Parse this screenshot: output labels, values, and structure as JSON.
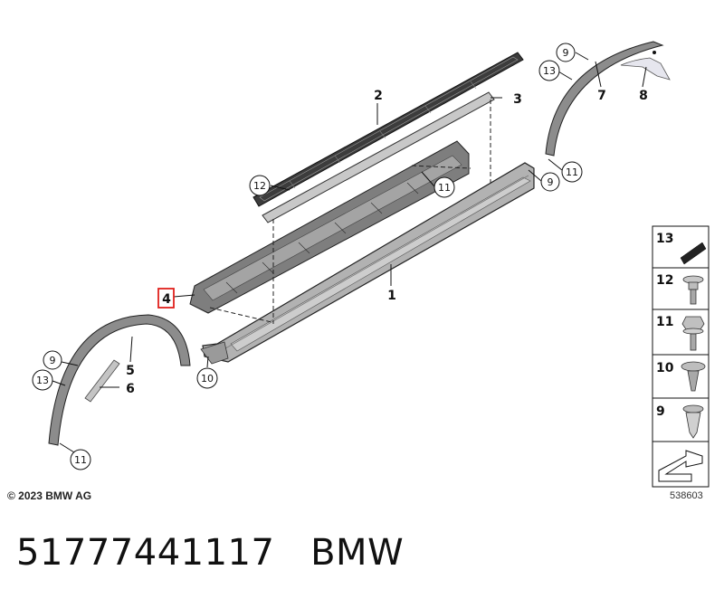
{
  "diagram": {
    "callouts": {
      "c1": "1",
      "c2": "2",
      "c3": "3",
      "c4": "4",
      "c5": "5",
      "c6": "6",
      "c7": "7",
      "c8": "8",
      "c9a": "9",
      "c9b": "9",
      "c9c": "9",
      "c10": "10",
      "c11a": "11",
      "c11b": "11",
      "c11c": "11",
      "c12": "12",
      "c13a": "13",
      "c13b": "13"
    },
    "legend": [
      "13",
      "12",
      "11",
      "10",
      "9"
    ]
  },
  "footer": {
    "copyright": "© 2023 BMW AG",
    "diagram_number": "538603",
    "part_number": "51777441117",
    "brand": "BMW"
  }
}
